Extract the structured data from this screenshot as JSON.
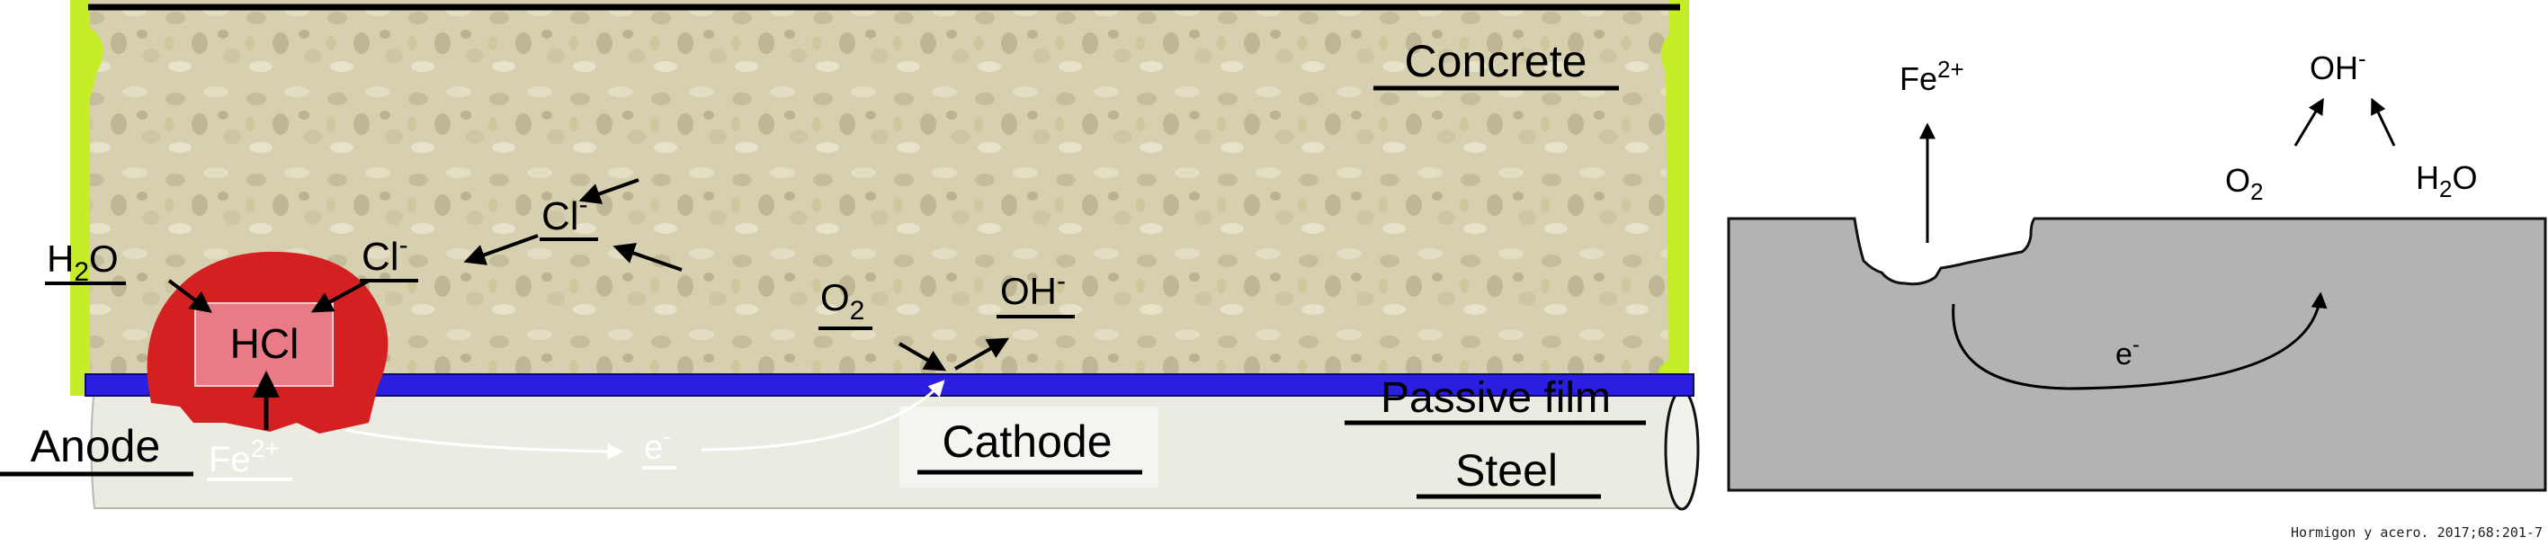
{
  "left_panel": {
    "concrete": "Concrete",
    "passive_film": "Passive film",
    "steel": "Steel",
    "anode": "Anode",
    "cathode": "Cathode",
    "hcl": "HCl",
    "h2o": {
      "base": "H",
      "sub": "2",
      "tail": "O"
    },
    "cl_left": {
      "base": "Cl",
      "sup": "-"
    },
    "cl_mid": {
      "base": "Cl",
      "sup": "-"
    },
    "o2": {
      "base": "O",
      "sub": "2"
    },
    "oh": {
      "base": "OH",
      "sup": "-"
    },
    "fe_ion": {
      "base": "Fe",
      "sup": "2+"
    },
    "electron": {
      "base": "e",
      "sup": "-"
    }
  },
  "right_panel": {
    "fe_ion": {
      "base": "Fe",
      "sup": "2+"
    },
    "oh": {
      "base": "OH",
      "sup": "-"
    },
    "o2": {
      "base": "O",
      "sub": "2"
    },
    "h2o": {
      "base": "H",
      "sub": "2",
      "tail": "O"
    },
    "electron": {
      "base": "e",
      "sup": "-"
    }
  },
  "credit": "Hormigon y acero. 2017;68:201-7",
  "colors": {
    "concrete": "#d8d2b4",
    "passive_film": "#2a1ee0",
    "steel": "#ecebe2",
    "pit": "#d42020",
    "edge_green": "#c6ee28",
    "metal_gray": "#b3b3b3"
  }
}
